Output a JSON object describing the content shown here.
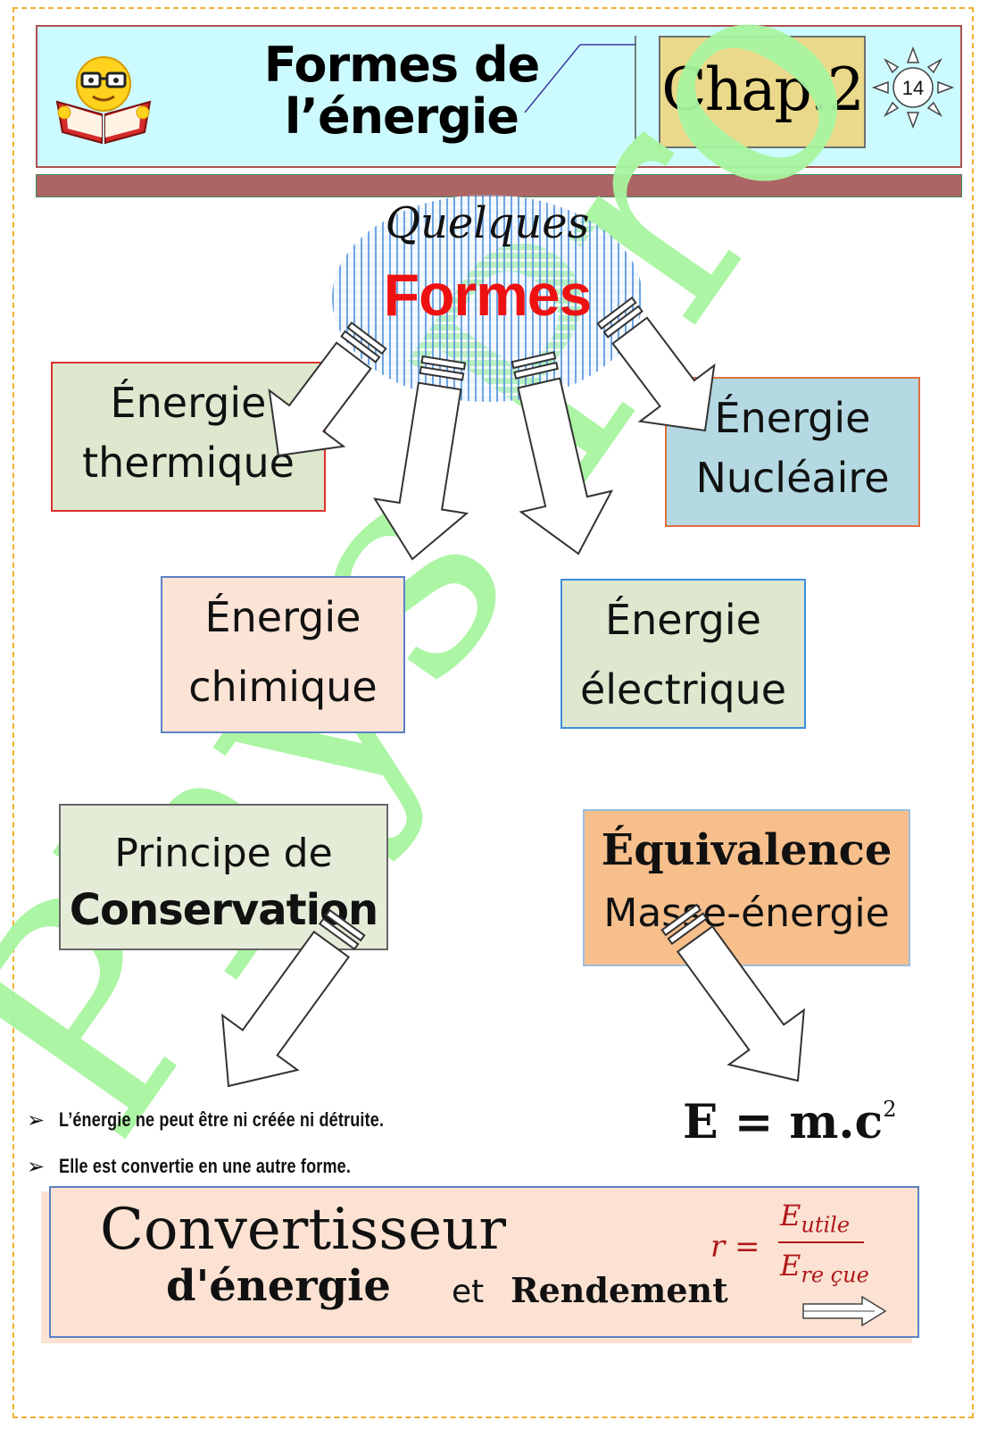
{
  "header": {
    "title_line1": "Formes de",
    "title_line2": "l’énergie",
    "chapter": "Chap.2",
    "page_number": "14",
    "mascot_icon": "reading-smiley-icon",
    "sun_icon": "sun-icon"
  },
  "colors": {
    "header_bg": "#ccfbff",
    "band": "#ad6464",
    "chapter_bg": "#ead98a",
    "formes": "#ee1111",
    "watermark": "#a8f5a0"
  },
  "watermark": "Phys Pro",
  "center": {
    "word1": "Quelques",
    "word2": "Formes"
  },
  "forms": {
    "thermique": {
      "line1": "Énergie",
      "line2": "thermique"
    },
    "nucleaire": {
      "line1": "Énergie",
      "line2": "Nucléaire"
    },
    "chimique": {
      "line1": "Énergie",
      "line2": "chimique"
    },
    "electrique": {
      "line1": "Énergie",
      "line2": "électrique"
    }
  },
  "conservation": {
    "line1": "Principe de",
    "line2": "Conservation"
  },
  "equivalence": {
    "line1": "Équivalence",
    "line2": "Masse-énergie"
  },
  "bullets": [
    "L’énergie ne peut être ni créée ni détruite.",
    "Elle est convertie en une autre forme."
  ],
  "formula": {
    "lhs": "E = m.c",
    "exponent": "2"
  },
  "converter": {
    "title": "Convertisseur",
    "subtitle": "d'énergie",
    "et": "et",
    "rendement": "Rendement",
    "r_symbol": "r =",
    "num_main": "E",
    "num_sub": "utile",
    "den_main": "E",
    "den_sub": "re çue"
  }
}
